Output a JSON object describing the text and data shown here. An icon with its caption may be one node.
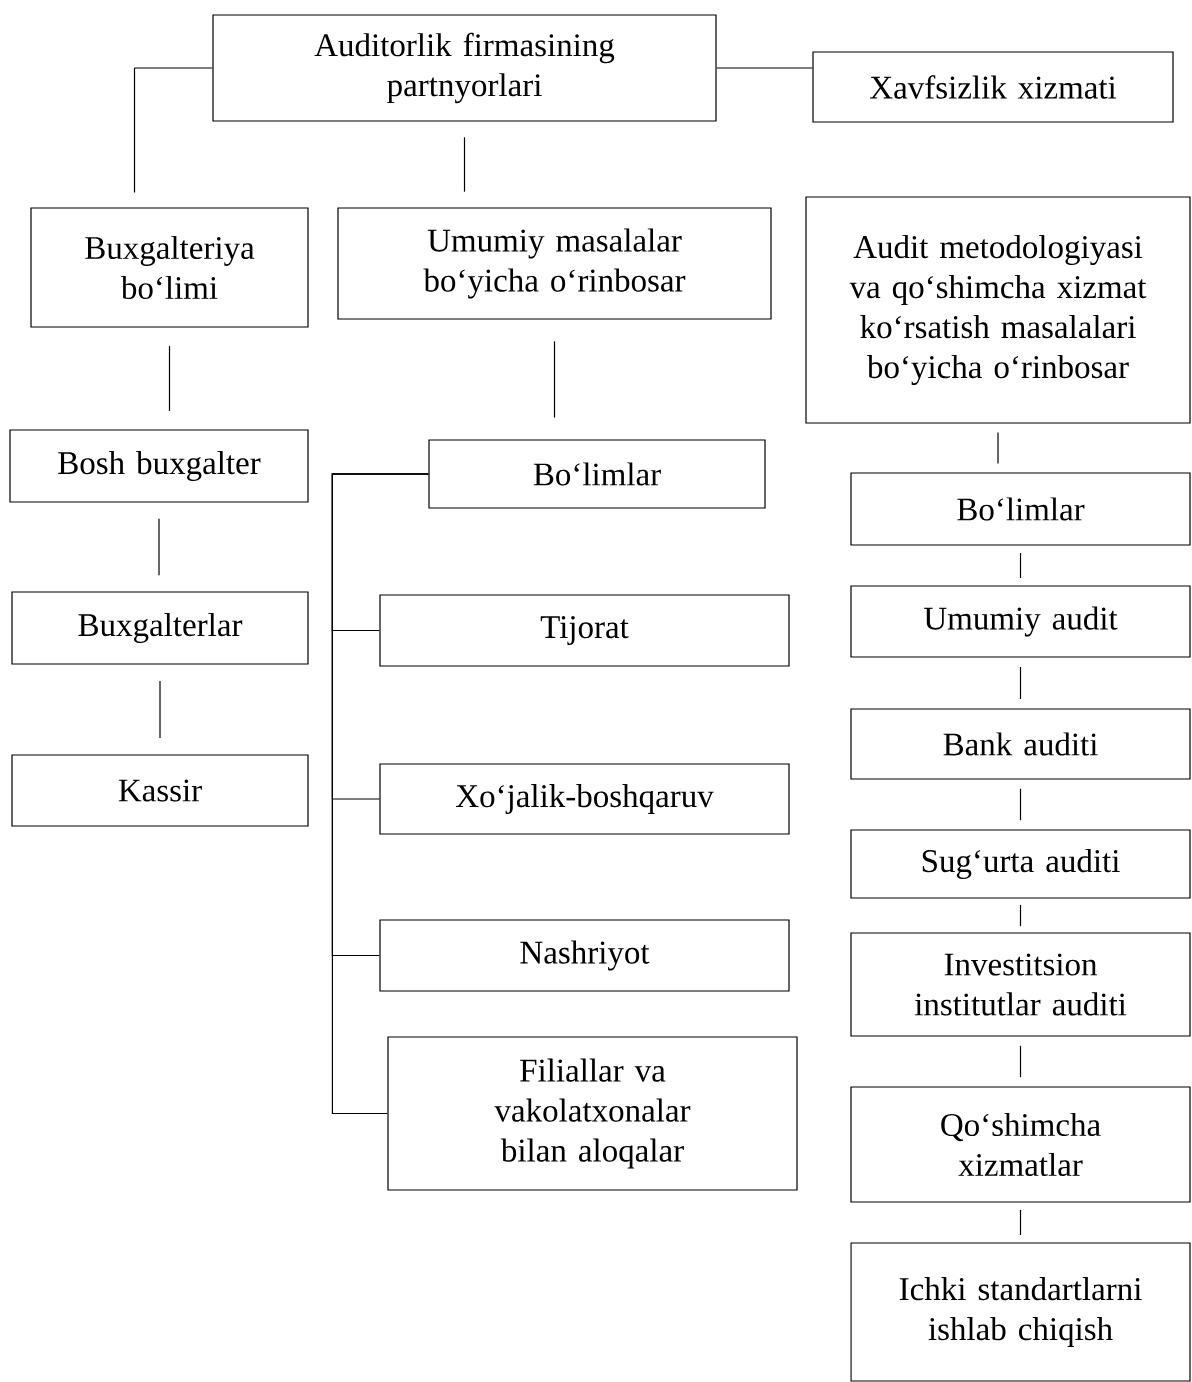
{
  "diagram": {
    "nodes": [
      {
        "text": [
          "Auditorlik firmasining partnyorlari"
        ]
      },
      {
        "text": [
          "Xavfsizlik xizmati"
        ]
      },
      {
        "text": [
          "Buxgalteriya bo‘limi"
        ]
      },
      {
        "text": [
          "Umumiy masalalar bo‘yicha o‘rinbosar"
        ]
      },
      {
        "text": [
          "Audit metodologiyasi va qo‘shimcha xizmat ko‘rsatish masalalari bo‘yicha o‘rinbosar"
        ]
      },
      {
        "text": [
          "Bosh buxgalter"
        ]
      },
      {
        "text": [
          "Bo‘limlar"
        ]
      },
      {
        "text": [
          "Bo‘limlar"
        ]
      },
      {
        "text": [
          "Buxgalterlar"
        ]
      },
      {
        "text": [
          "Umumiy audit"
        ]
      },
      {
        "text": [
          "Tijorat"
        ]
      },
      {
        "text": [
          "Bank auditi"
        ]
      },
      {
        "text": [
          "Kassir"
        ]
      },
      {
        "text": [
          "Xo‘jalik-boshqaruv"
        ]
      },
      {
        "text": [
          "Sug‘urta auditi"
        ]
      },
      {
        "text": [
          "Investitsion institutlar auditi"
        ]
      },
      {
        "text": [
          "Nashriyot"
        ]
      },
      {
        "text": [
          "Filiallar va vakolatxonalar bilan aloqalar"
        ]
      },
      {
        "text": [
          "Qo‘shimcha xizmatlar"
        ]
      },
      {
        "text": [
          "Ichki standartlarni ishlab chiqish"
        ]
      }
    ],
    "edges": [
      {
        "from": 0,
        "to": 1,
        "arrow": "none"
      },
      {
        "from": 0,
        "to": 2,
        "arrow": "none"
      },
      {
        "from": 0,
        "to": 3,
        "arrow": "none"
      },
      {
        "from": 2,
        "to": 5,
        "arrow": "none"
      },
      {
        "from": 5,
        "to": 8,
        "arrow": "none"
      },
      {
        "from": 8,
        "to": 12,
        "arrow": "none"
      },
      {
        "from": 3,
        "to": 6,
        "arrow": "none"
      },
      {
        "from": 6,
        "to": 10,
        "arrow": "none"
      },
      {
        "from": 6,
        "to": 13,
        "arrow": "none"
      },
      {
        "from": 6,
        "to": 16,
        "arrow": "none"
      },
      {
        "from": 6,
        "to": 17,
        "arrow": "none"
      },
      {
        "from": 4,
        "to": 7,
        "arrow": "none"
      },
      {
        "from": 7,
        "to": 9,
        "arrow": "none"
      },
      {
        "from": 9,
        "to": 11,
        "arrow": "none"
      },
      {
        "from": 11,
        "to": 14,
        "arrow": "none"
      },
      {
        "from": 14,
        "to": 15,
        "arrow": "none"
      },
      {
        "from": 15,
        "to": 18,
        "arrow": "none"
      },
      {
        "from": 18,
        "to": 19,
        "arrow": "none"
      }
    ]
  }
}
